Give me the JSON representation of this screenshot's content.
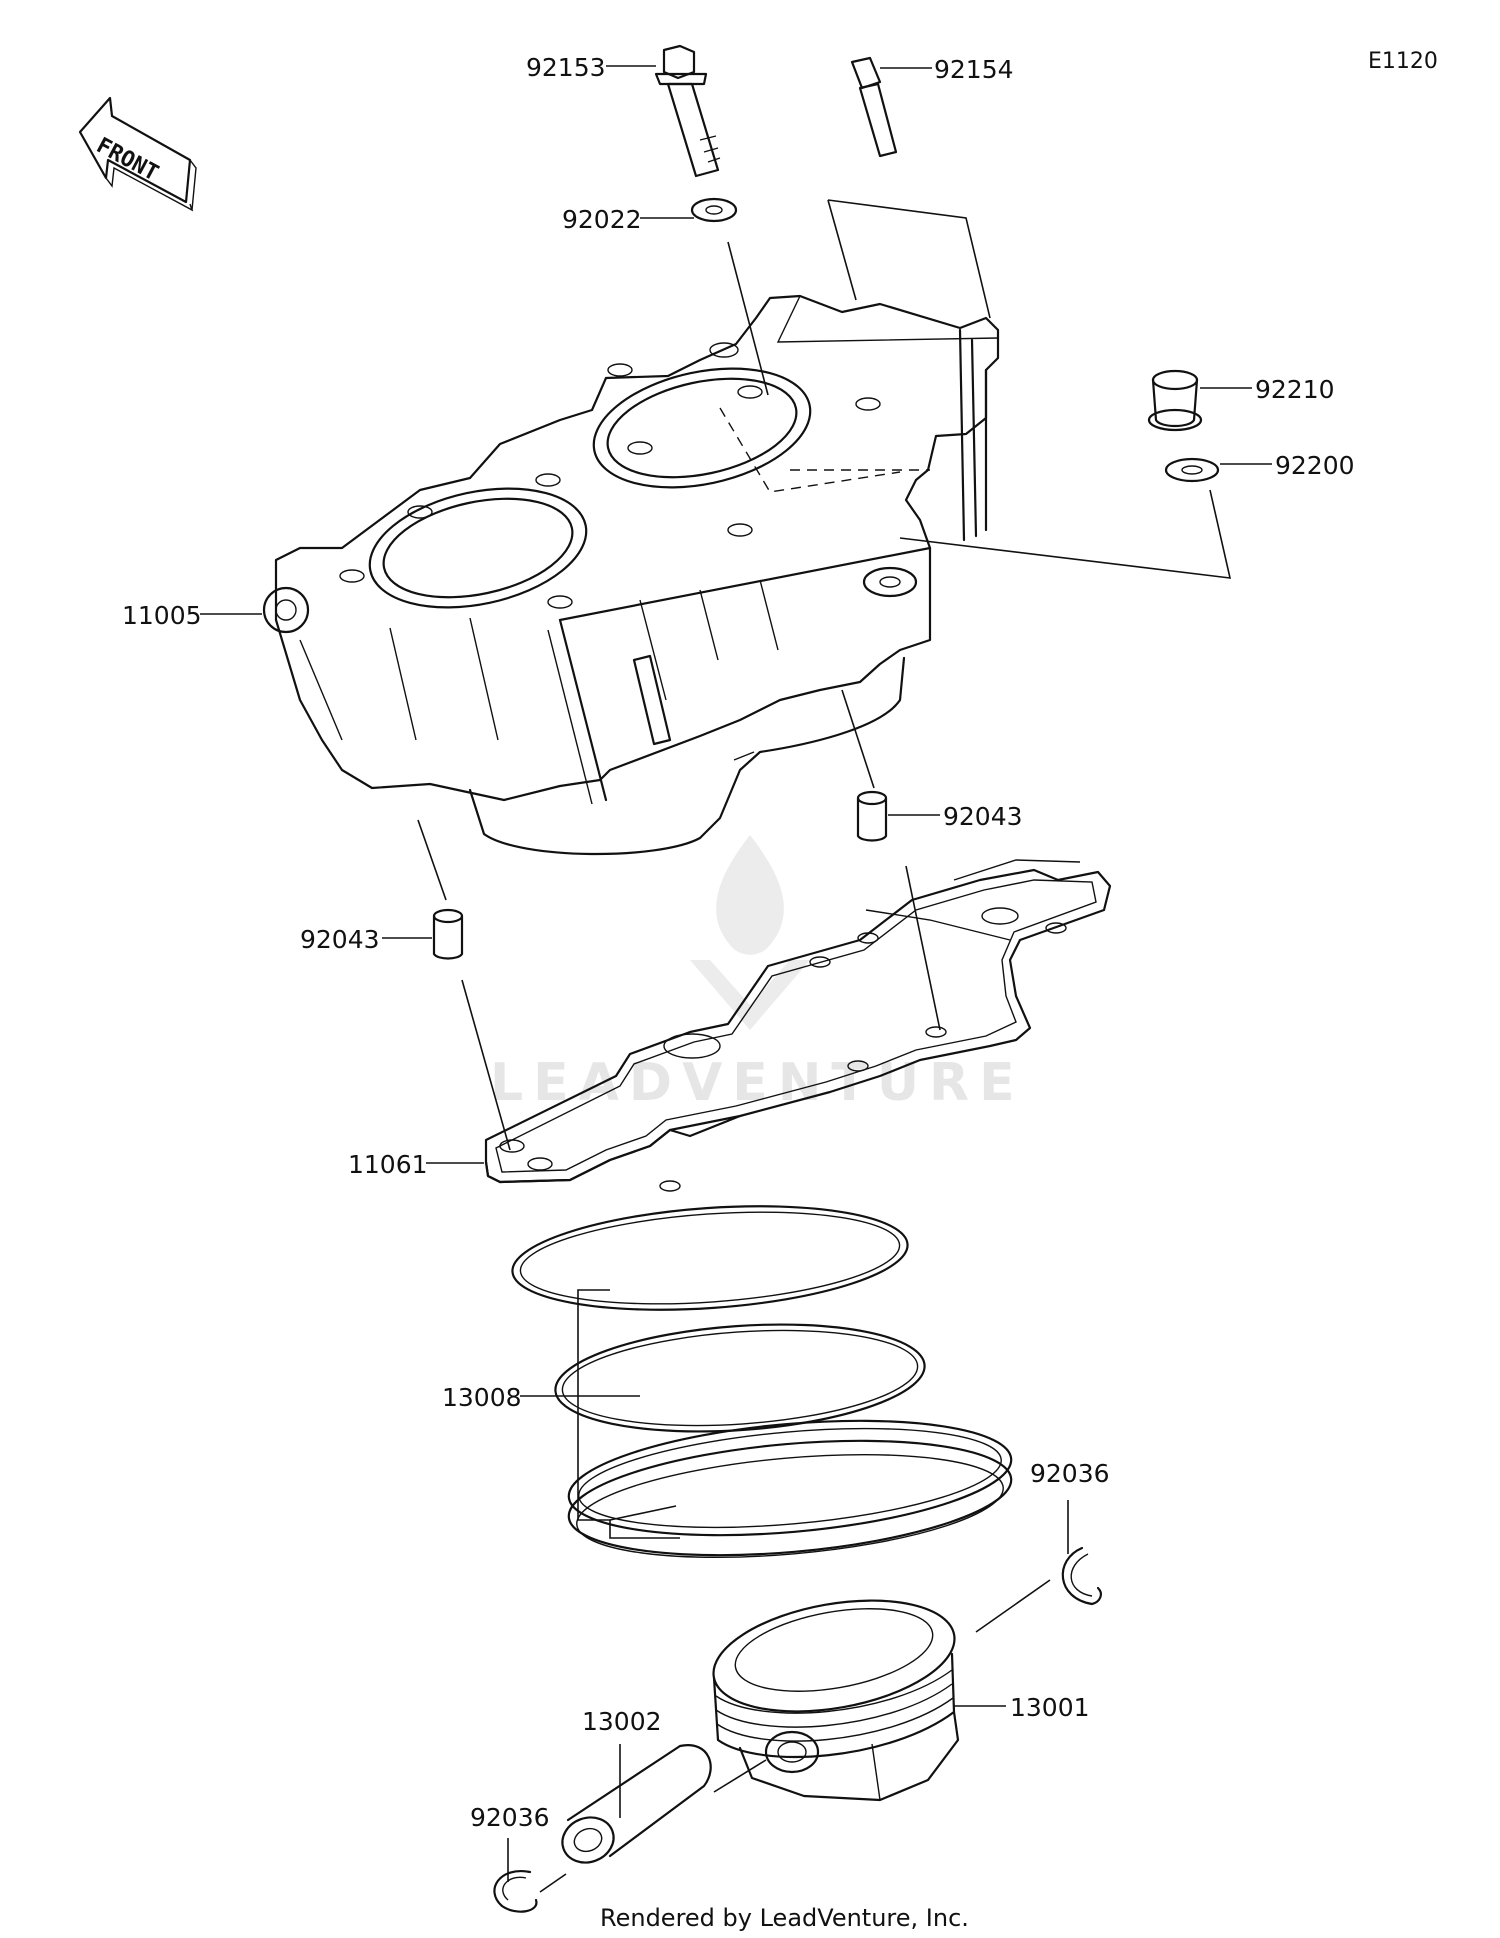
{
  "diagram_code": "E1120",
  "front_label": "FRONT",
  "watermark": "LEADVENTURE",
  "footer": "Rendered by LeadVenture, Inc.",
  "parts": {
    "p92153": "92153",
    "p92154": "92154",
    "p92022": "92022",
    "p92210": "92210",
    "p92200": "92200",
    "p11005": "11005",
    "p92043_right": "92043",
    "p92043_left": "92043",
    "p11061": "11061",
    "p13008": "13008",
    "p92036_right": "92036",
    "p13001": "13001",
    "p13002": "13002",
    "p92036_left": "92036"
  }
}
